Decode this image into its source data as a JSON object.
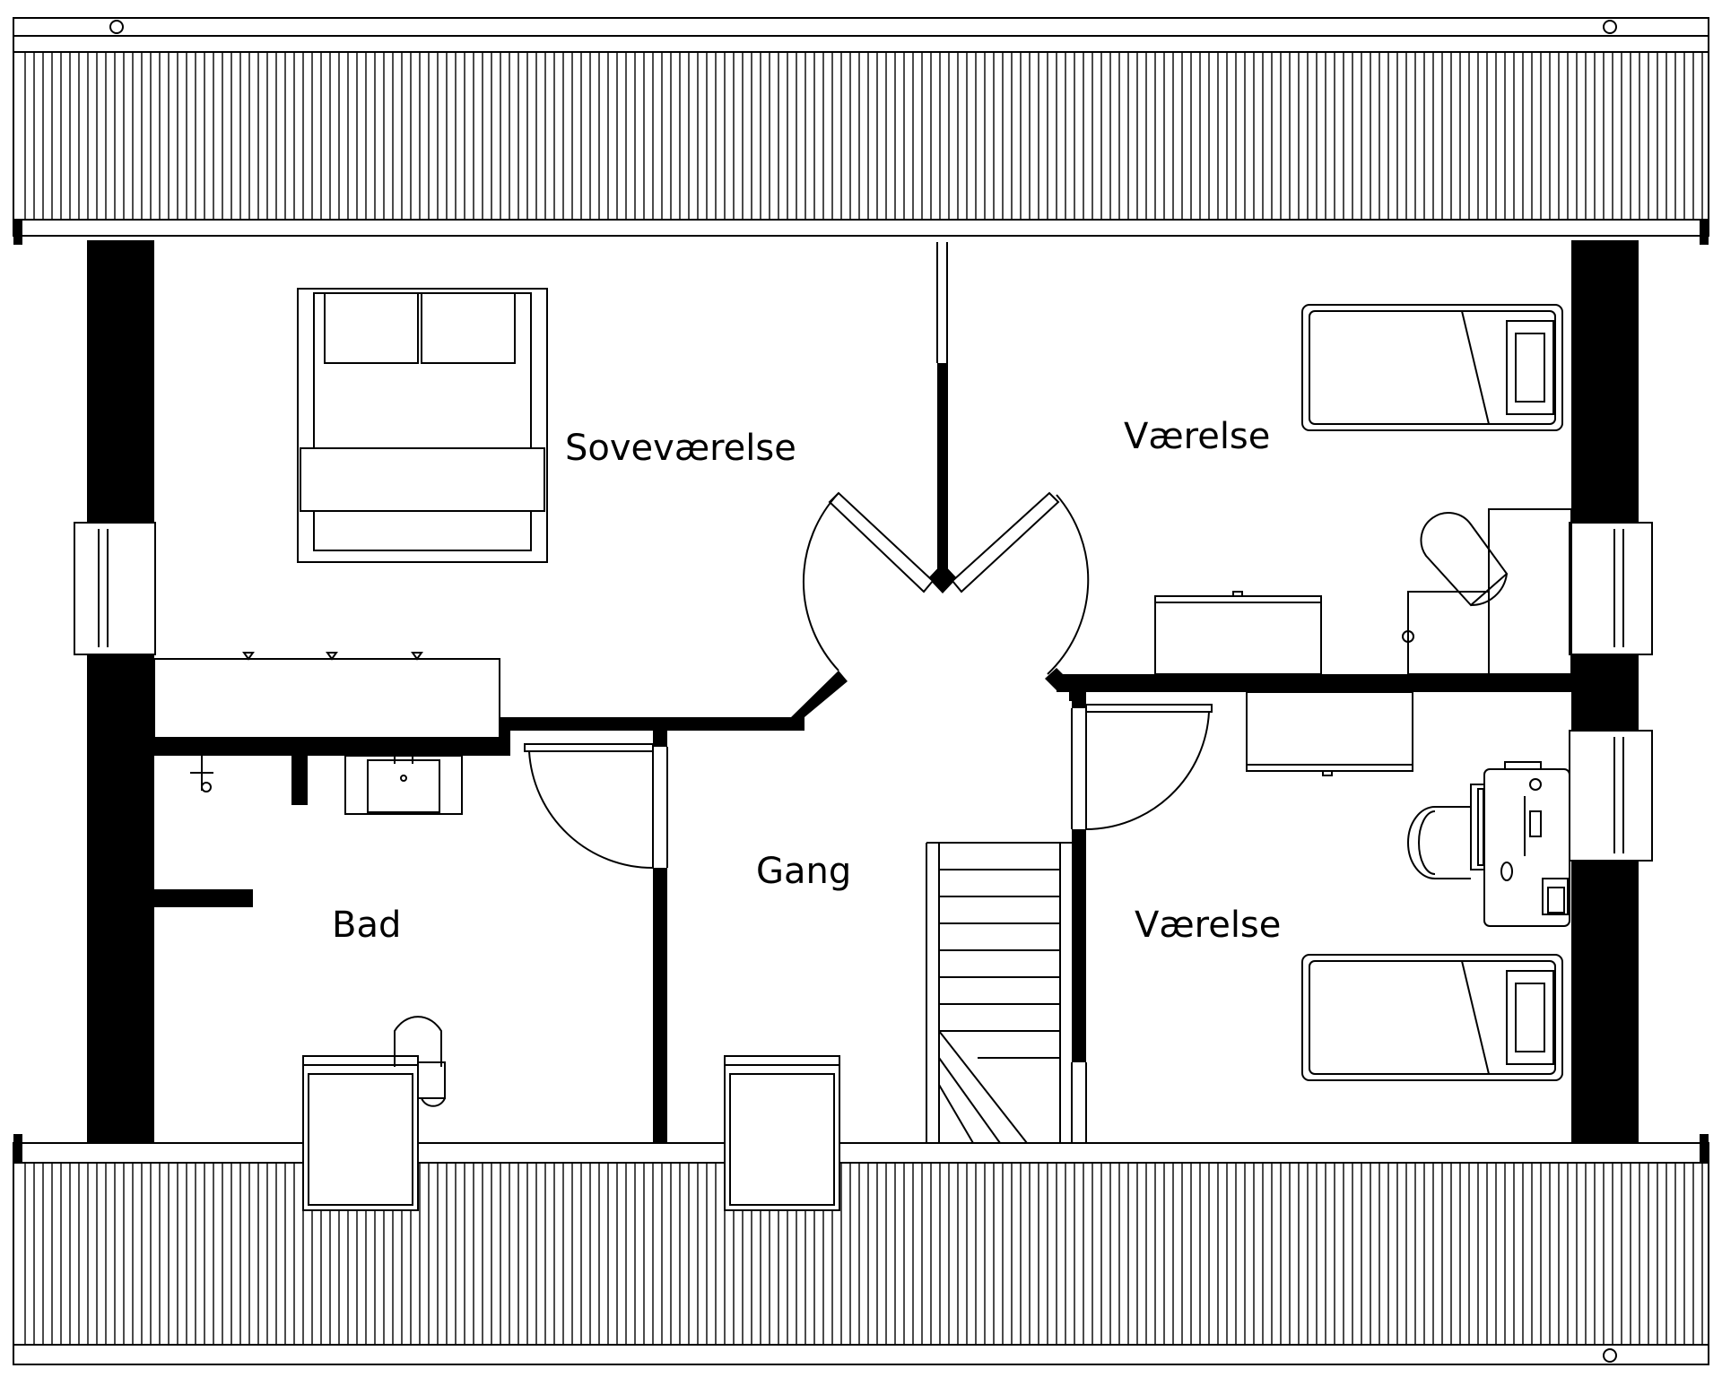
{
  "rooms": {
    "bedroom_main": "Soveværelse",
    "room_top_right": "Værelse",
    "room_bottom_right": "Værelse",
    "hallway": "Gang",
    "bathroom": "Bad"
  },
  "colors": {
    "line": "#000000",
    "background": "#ffffff"
  }
}
